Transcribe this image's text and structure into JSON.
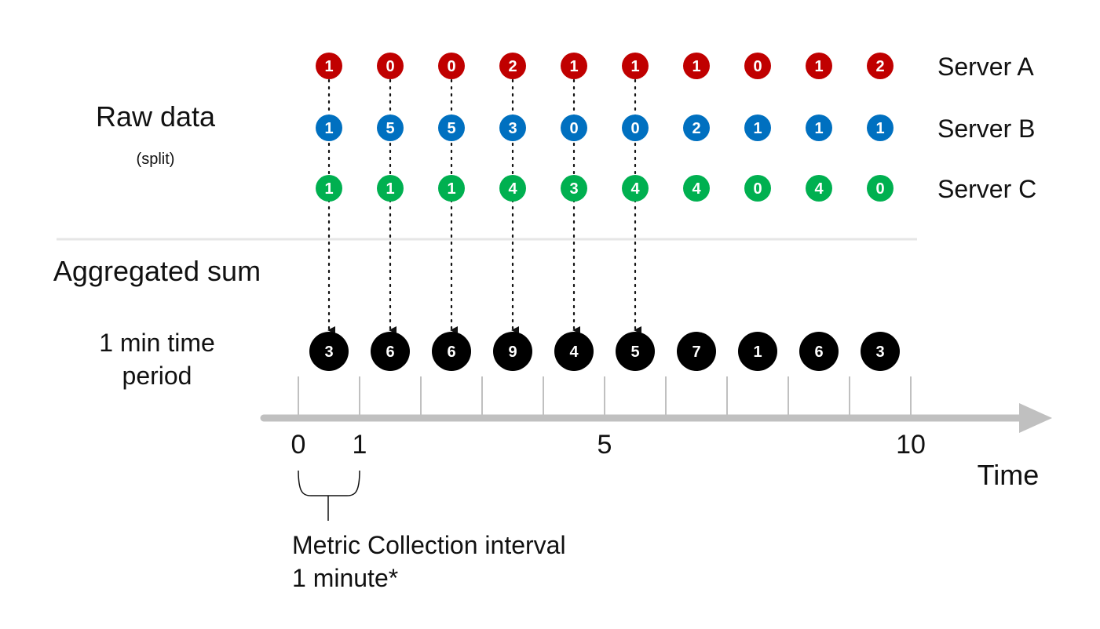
{
  "labels": {
    "raw_data": "Raw data",
    "split": "(split)",
    "aggregated_sum": "Aggregated sum",
    "period_line1": "1 min time",
    "period_line2": "period",
    "time": "Time",
    "interval_line1": "Metric Collection interval",
    "interval_line2": "1 minute*"
  },
  "axis": {
    "tick_labels": [
      {
        "value": 0,
        "text": "0"
      },
      {
        "value": 1,
        "text": "1"
      },
      {
        "value": 5,
        "text": "5"
      },
      {
        "value": 10,
        "text": "10"
      }
    ],
    "ticks": [
      0,
      1,
      2,
      3,
      4,
      5,
      6,
      7,
      8,
      9,
      10
    ]
  },
  "servers": [
    {
      "name": "Server A",
      "color": "#c00000",
      "values": [
        1,
        0,
        0,
        2,
        1,
        1,
        1,
        0,
        1,
        2
      ]
    },
    {
      "name": "Server B",
      "color": "#0070c0",
      "values": [
        1,
        5,
        5,
        3,
        0,
        0,
        2,
        1,
        1,
        1
      ]
    },
    {
      "name": "Server C",
      "color": "#00b050",
      "values": [
        1,
        1,
        1,
        4,
        3,
        4,
        4,
        0,
        4,
        0
      ]
    }
  ],
  "aggregated": {
    "color": "#000000",
    "values": [
      3,
      6,
      6,
      9,
      4,
      5,
      7,
      1,
      6,
      3
    ]
  },
  "dotted_connectors_count": 6,
  "colors": {
    "axis": "#c0c0c0",
    "separator": "#e6e6e6",
    "text": "#111111"
  }
}
